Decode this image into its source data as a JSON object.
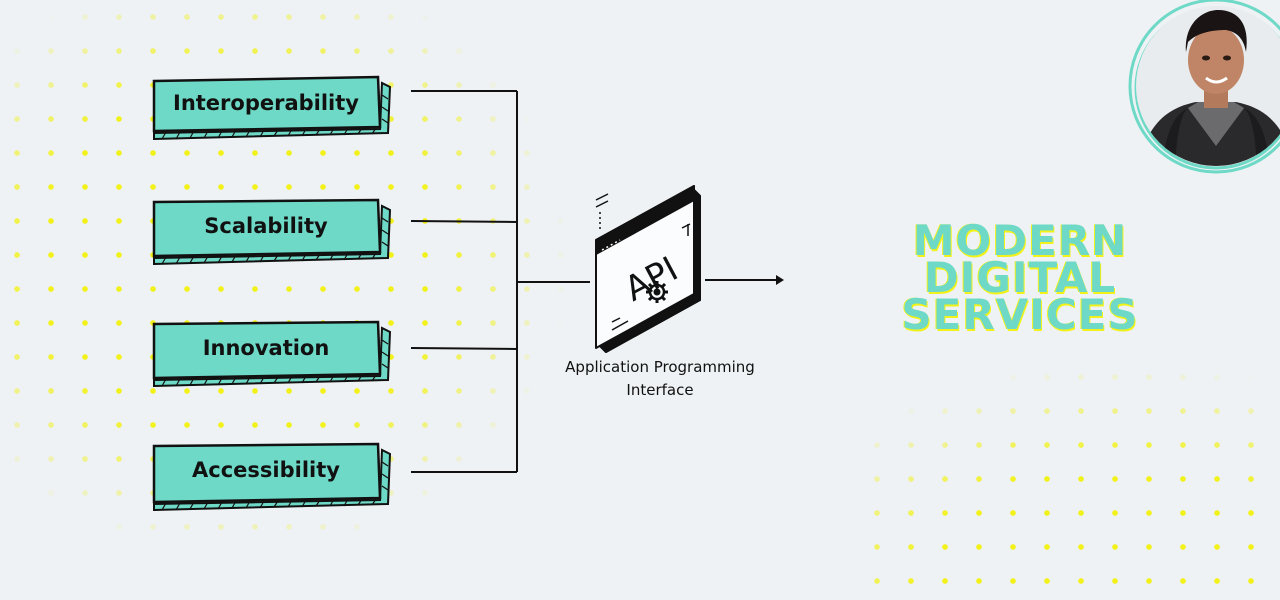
{
  "features": [
    {
      "label": "Interoperability"
    },
    {
      "label": "Scalability"
    },
    {
      "label": "Innovation"
    },
    {
      "label": "Accessibility"
    }
  ],
  "api": {
    "icon_text": "API",
    "caption_line1": "Application Programming",
    "caption_line2": "Interface"
  },
  "title": {
    "line1": "MODERN",
    "line2": "DIGITAL",
    "line3": "SERVICES"
  },
  "colors": {
    "accent": "#6dd9c6",
    "dots": "#f2f21a",
    "background": "#eef2f4",
    "ink": "#111111"
  }
}
